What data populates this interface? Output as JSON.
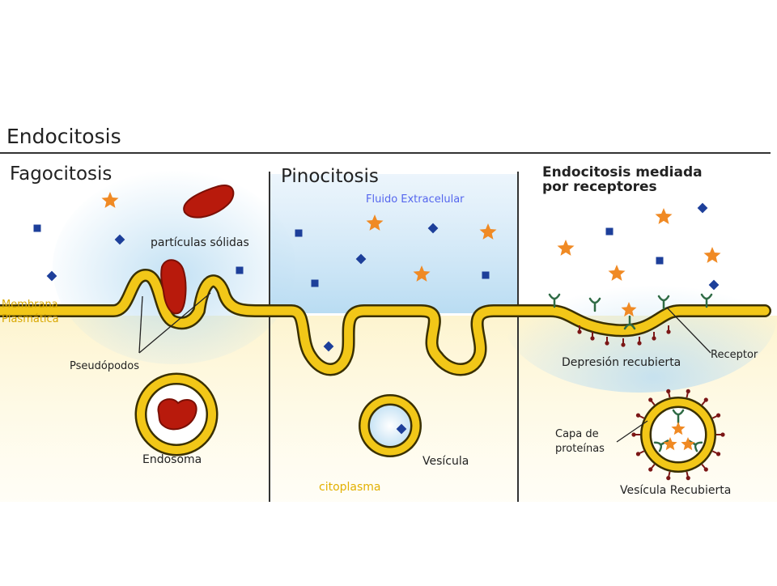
{
  "title": "Endocitosis",
  "panels": {
    "fagocitosis": {
      "heading": "Fagocitosis",
      "particles_label": "partículas sólidas",
      "membrane_label_line1": "Membrana",
      "membrane_label_line2": "Plasmática",
      "pseudopods_label": "Pseudópodos",
      "endosome_label": "Endosoma"
    },
    "pinocitosis": {
      "heading": "Pinocitosis",
      "fluid_label": "Fluido Extracelular",
      "vesicle_label": "Vesícula",
      "cytoplasm_label": "citoplasma"
    },
    "receptores": {
      "heading_line1": "Endocitosis mediada",
      "heading_line2": "por receptores",
      "coated_pit_label": "Depresión recubierta",
      "receptor_label": "Receptor",
      "protein_coat_line1": "Capa de",
      "protein_coat_line2": "proteínas",
      "coated_vesicle_label": "Vesícula Recubierta"
    }
  },
  "colors": {
    "membrane": "#f2c718",
    "membrane_outline": "#3a3000",
    "fluid_blue": "#b9dcf2",
    "cytoplasm": "#fdf4cf",
    "particle_red": "#b81a0c",
    "square_blue": "#1d3f9a",
    "star_orange": "#f08a24",
    "receptor_green": "#2f6b45",
    "coat_red": "#7b1616",
    "membrane_label": "#d9a800",
    "fluid_label": "#5566ee",
    "cytoplasm_label": "#e2b000"
  }
}
